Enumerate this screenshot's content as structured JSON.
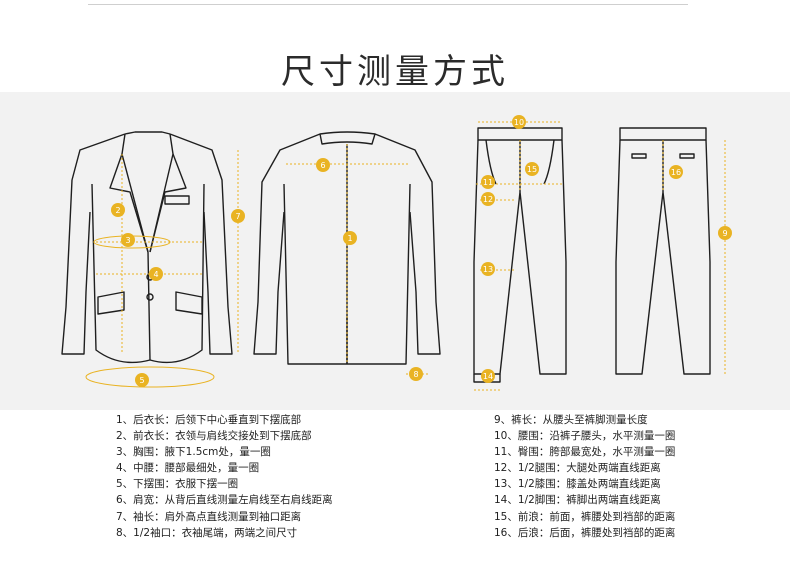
{
  "title": "尺寸测量方式",
  "colors": {
    "accent": "#e9b323",
    "line": "#1f1f1f",
    "panel": "#f2f2f2"
  },
  "markers": {
    "m1": "1",
    "m2": "2",
    "m3": "3",
    "m4": "4",
    "m5": "5",
    "m6": "6",
    "m7": "7",
    "m8": "8",
    "m9": "9",
    "m10": "10",
    "m11": "11",
    "m12": "12",
    "m13": "13",
    "m14": "14",
    "m15": "15",
    "m16": "16"
  },
  "legend_left": [
    "1、后衣长：后领下中心垂直到下摆底部",
    "2、前衣长：衣领与肩线交接处到下摆底部",
    "3、胸围：腋下1.5cm处，量一圈",
    "4、中腰：腰部最细处，量一圈",
    "5、下摆围：衣服下摆一圈",
    "6、肩宽：从背后直线测量左肩线至右肩线距离",
    "7、袖长：肩外高点直线测量到袖口距离",
    "8、1/2袖口：衣袖尾端，两端之间尺寸"
  ],
  "legend_right": [
    "9、裤长：从腰头至裤脚测量长度",
    "10、腰围：沿裤子腰头，水平测量一圈",
    "11、臀围：胯部最宽处，水平测量一圈",
    "12、1/2腿围：大腿处两端直线距离",
    "13、1/2膝围：膝盖处两端直线距离",
    "14、1/2脚围：裤脚出两端直线距离",
    "15、前浪：前面，裤腰处到裆部的距离",
    "16、后浪：后面，裤腰处到裆部的距离"
  ]
}
